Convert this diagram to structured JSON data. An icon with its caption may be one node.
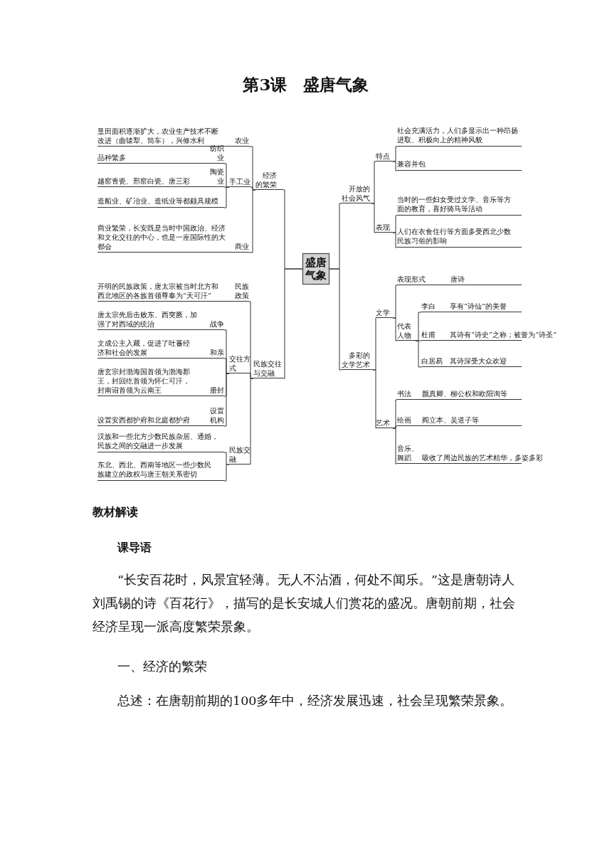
{
  "diagram": {
    "title": "第3课　盛唐气象",
    "nodes": [
      {
        "text": [
          "盛唐气象"
        ]
      },
      {
        "text": [
          "经济的繁荣"
        ]
      },
      {
        "text": [
          "垦田面积逐渐扩大，农业生产技术不断改进（曲辕犁、筒车），兴修水利",
          "农业"
        ]
      },
      {
        "text": [
          "手工业"
        ]
      },
      {
        "text": [
          "品种繁多",
          "纺织业"
        ]
      },
      {
        "text": [
          "越窑青瓷、邢窑白瓷、唐三彩",
          "陶瓷业"
        ]
      },
      {
        "text": [
          "造船业、矿冶业、造纸业等都颇具规模"
        ]
      },
      {
        "text": [
          "商业繁荣，长安既是当时中国政治、经济和文化交往的中心，也是一座国际性的大都会",
          "商业"
        ]
      },
      {
        "text": [
          "民族交往与交融"
        ]
      },
      {
        "text": [
          "开明的民族政策，唐太宗被当时北方和西北地区的各族首领尊奉为“天可汗”",
          "民族政策"
        ]
      },
      {
        "text": [
          "交往方式"
        ]
      },
      {
        "text": [
          "唐太宗先后击败东、西突厥，加强了对西域的统治",
          "战争"
        ]
      },
      {
        "text": [
          "文成公主入藏，促进了吐蕃经济和社会的发展",
          "和亲"
        ]
      },
      {
        "text": [
          "唐玄宗封渤海国首领为渤海郡王，封回纥首领为怀仁可汗，封南诏首领为云南王",
          "册封"
        ]
      },
      {
        "text": [
          "设置安西都护府和北庭都护府",
          "设置机构"
        ]
      },
      {
        "text": [
          "民族交融"
        ]
      },
      {
        "text": [
          "汉族和一些北方少数民族杂居、通婚，民族之间的交融进一步发展"
        ]
      },
      {
        "text": [
          "东北、西北、西南等地区一些少数民族建立的政权与唐王朝关系密切"
        ]
      },
      {
        "text": [
          "开放的社会风气"
        ]
      },
      {
        "text": [
          "特点"
        ]
      },
      {
        "text": [
          "社会充满活力，人们多显示出一种昂扬进取、积极向上的精神风貌"
        ]
      },
      {
        "text": [
          "兼容并包"
        ]
      },
      {
        "text": [
          "表现"
        ]
      },
      {
        "text": [
          "当时的一些妇女受过文学、音乐等方面的教育，喜好骑马等活动"
        ]
      },
      {
        "text": [
          "人们在衣食住行等方面多受西北少数民族习俗的影响"
        ]
      },
      {
        "text": [
          "多彩的文学艺术"
        ]
      },
      {
        "text": [
          "文学"
        ]
      },
      {
        "text": [
          "表现形式",
          "唐诗"
        ]
      },
      {
        "text": [
          "代表人物"
        ]
      },
      {
        "text": [
          "李白",
          "享有“诗仙”的美誉"
        ]
      },
      {
        "text": [
          "杜甫",
          "其诗有“诗史”之称；被誉为“诗圣”"
        ]
      },
      {
        "text": [
          "白居易",
          "其诗深受大众欢迎"
        ]
      },
      {
        "text": [
          "艺术"
        ]
      },
      {
        "text": [
          "书法",
          "颜真卿、柳公权和欧阳询等"
        ]
      },
      {
        "text": [
          "绘画",
          "阎立本、吴道子等"
        ]
      },
      {
        "text": [
          "音乐、舞蹈",
          "吸收了周边民族的艺术精华，多姿多彩"
        ]
      }
    ],
    "edges": [
      {
        "from": 0,
        "to": 1,
        "arrow": "none"
      },
      {
        "from": 0,
        "to": 8,
        "arrow": "none"
      },
      {
        "from": 0,
        "to": 18,
        "arrow": "none"
      },
      {
        "from": 0,
        "to": 25,
        "arrow": "none"
      },
      {
        "from": 1,
        "to": 2,
        "arrow": "none"
      },
      {
        "from": 1,
        "to": 3,
        "arrow": "none"
      },
      {
        "from": 1,
        "to": 7,
        "arrow": "none"
      },
      {
        "from": 3,
        "to": 4,
        "arrow": "none"
      },
      {
        "from": 3,
        "to": 5,
        "arrow": "none"
      },
      {
        "from": 3,
        "to": 6,
        "arrow": "none"
      },
      {
        "from": 8,
        "to": 9,
        "arrow": "none"
      },
      {
        "from": 8,
        "to": 10,
        "arrow": "none"
      },
      {
        "from": 8,
        "to": 15,
        "arrow": "none"
      },
      {
        "from": 10,
        "to": 11,
        "arrow": "none"
      },
      {
        "from": 10,
        "to": 12,
        "arrow": "none"
      },
      {
        "from": 10,
        "to": 13,
        "arrow": "none"
      },
      {
        "from": 10,
        "to": 14,
        "arrow": "none"
      },
      {
        "from": 15,
        "to": 16,
        "arrow": "none"
      },
      {
        "from": 15,
        "to": 17,
        "arrow": "none"
      },
      {
        "from": 18,
        "to": 19,
        "arrow": "none"
      },
      {
        "from": 18,
        "to": 22,
        "arrow": "none"
      },
      {
        "from": 19,
        "to": 20,
        "arrow": "none"
      },
      {
        "from": 19,
        "to": 21,
        "arrow": "none"
      },
      {
        "from": 22,
        "to": 23,
        "arrow": "none"
      },
      {
        "from": 22,
        "to": 24,
        "arrow": "none"
      },
      {
        "from": 25,
        "to": 26,
        "arrow": "none"
      },
      {
        "from": 25,
        "to": 32,
        "arrow": "none"
      },
      {
        "from": 26,
        "to": 27,
        "arrow": "none"
      },
      {
        "from": 26,
        "to": 28,
        "arrow": "none"
      },
      {
        "from": 28,
        "to": 29,
        "arrow": "none"
      },
      {
        "from": 28,
        "to": 30,
        "arrow": "none"
      },
      {
        "from": 28,
        "to": 31,
        "arrow": "none"
      },
      {
        "from": 32,
        "to": 33,
        "arrow": "none"
      },
      {
        "from": 32,
        "to": 34,
        "arrow": "none"
      },
      {
        "from": 32,
        "to": 35,
        "arrow": "none"
      }
    ],
    "labels": [
      "教材解读",
      "课导语",
      "“长安百花时，风景宜轻薄。无人不沾酒，何处不闻乐。”这是唐朝诗人刘禹锡的诗《百花行》，描写的是长安城人们赏花的盛况。唐朝前期，社会经济呈现一派高度繁荣景象。",
      "一、经济的繁荣",
      "总述：在唐朝前期的100多年中，经济发展迅速，社会呈现繁荣景象。"
    ]
  }
}
